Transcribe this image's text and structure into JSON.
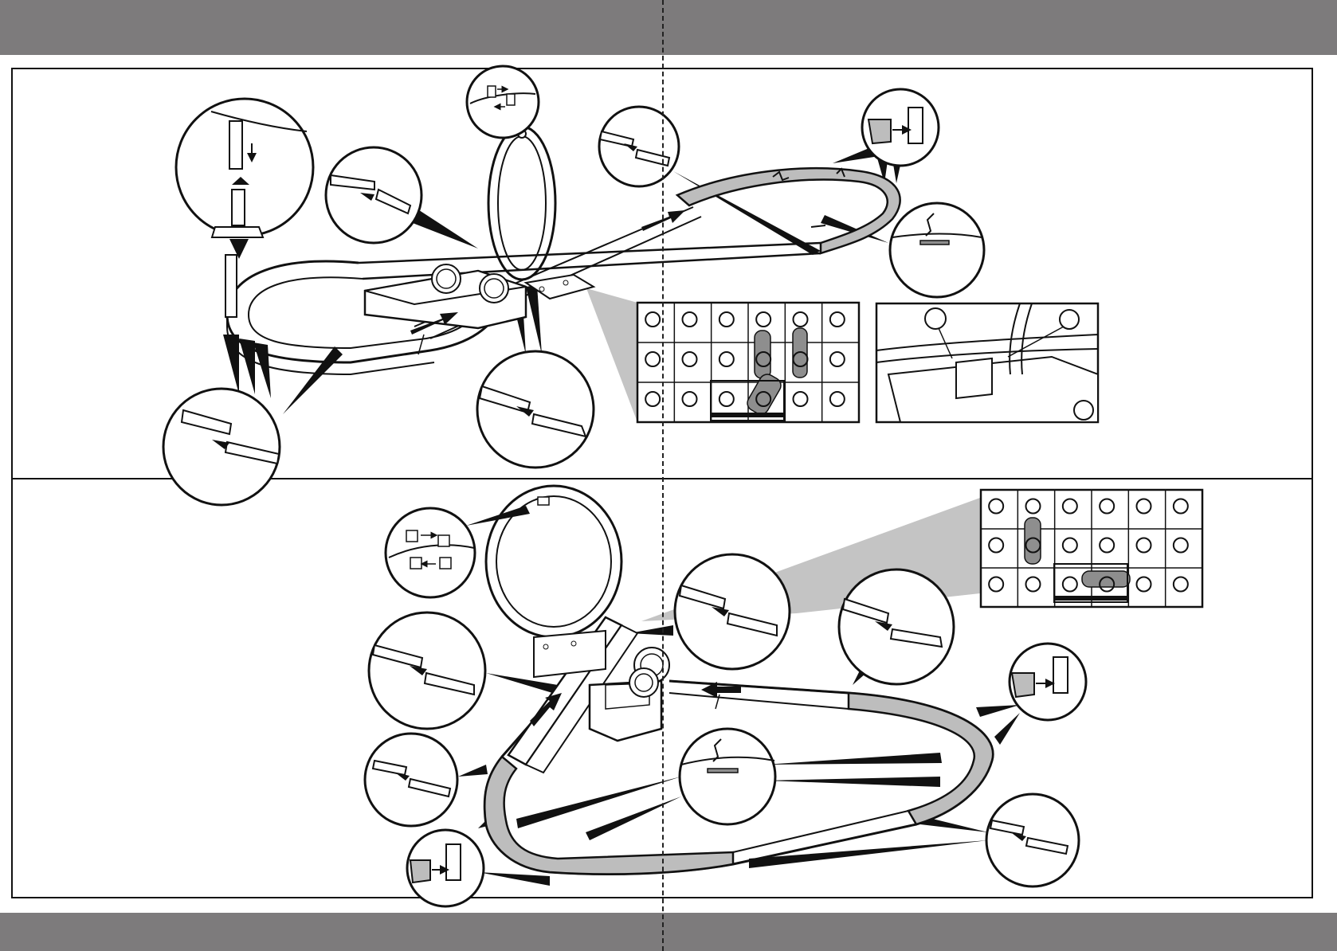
{
  "colors": {
    "band": "#7d7b7c",
    "line": "#1a1a1a",
    "track_fill": "#ffffff",
    "highlight_fill": "#bdbdbd",
    "peg_fill": "#8e8e8e",
    "callout_wedge": "#111111",
    "beam": "#c4c4c4"
  },
  "panels": [
    {
      "name": "top-assembly-panel",
      "callouts": [
        "peg-attach-detail",
        "loop-connector-detail",
        "track-join-detail-1",
        "track-join-detail-2",
        "clip-detail-1",
        "edge-tab-detail-1",
        "track-join-detail-3",
        "track-join-detail-4"
      ],
      "base_grid": {
        "rows": 3,
        "cols": 6,
        "pegs_marked": 2
      }
    },
    {
      "name": "bottom-assembly-panel",
      "callouts": [
        "loop-connector-detail-2",
        "track-join-detail-5",
        "track-join-detail-6",
        "track-join-detail-7",
        "clip-detail-2",
        "clip-detail-3",
        "edge-tab-detail-2",
        "track-join-detail-8",
        "track-join-detail-9"
      ],
      "base_grid": {
        "rows": 3,
        "cols": 6,
        "pegs_marked": 2
      }
    }
  ],
  "icons": [
    "arrow-icon",
    "connector-icon",
    "peg-icon"
  ]
}
